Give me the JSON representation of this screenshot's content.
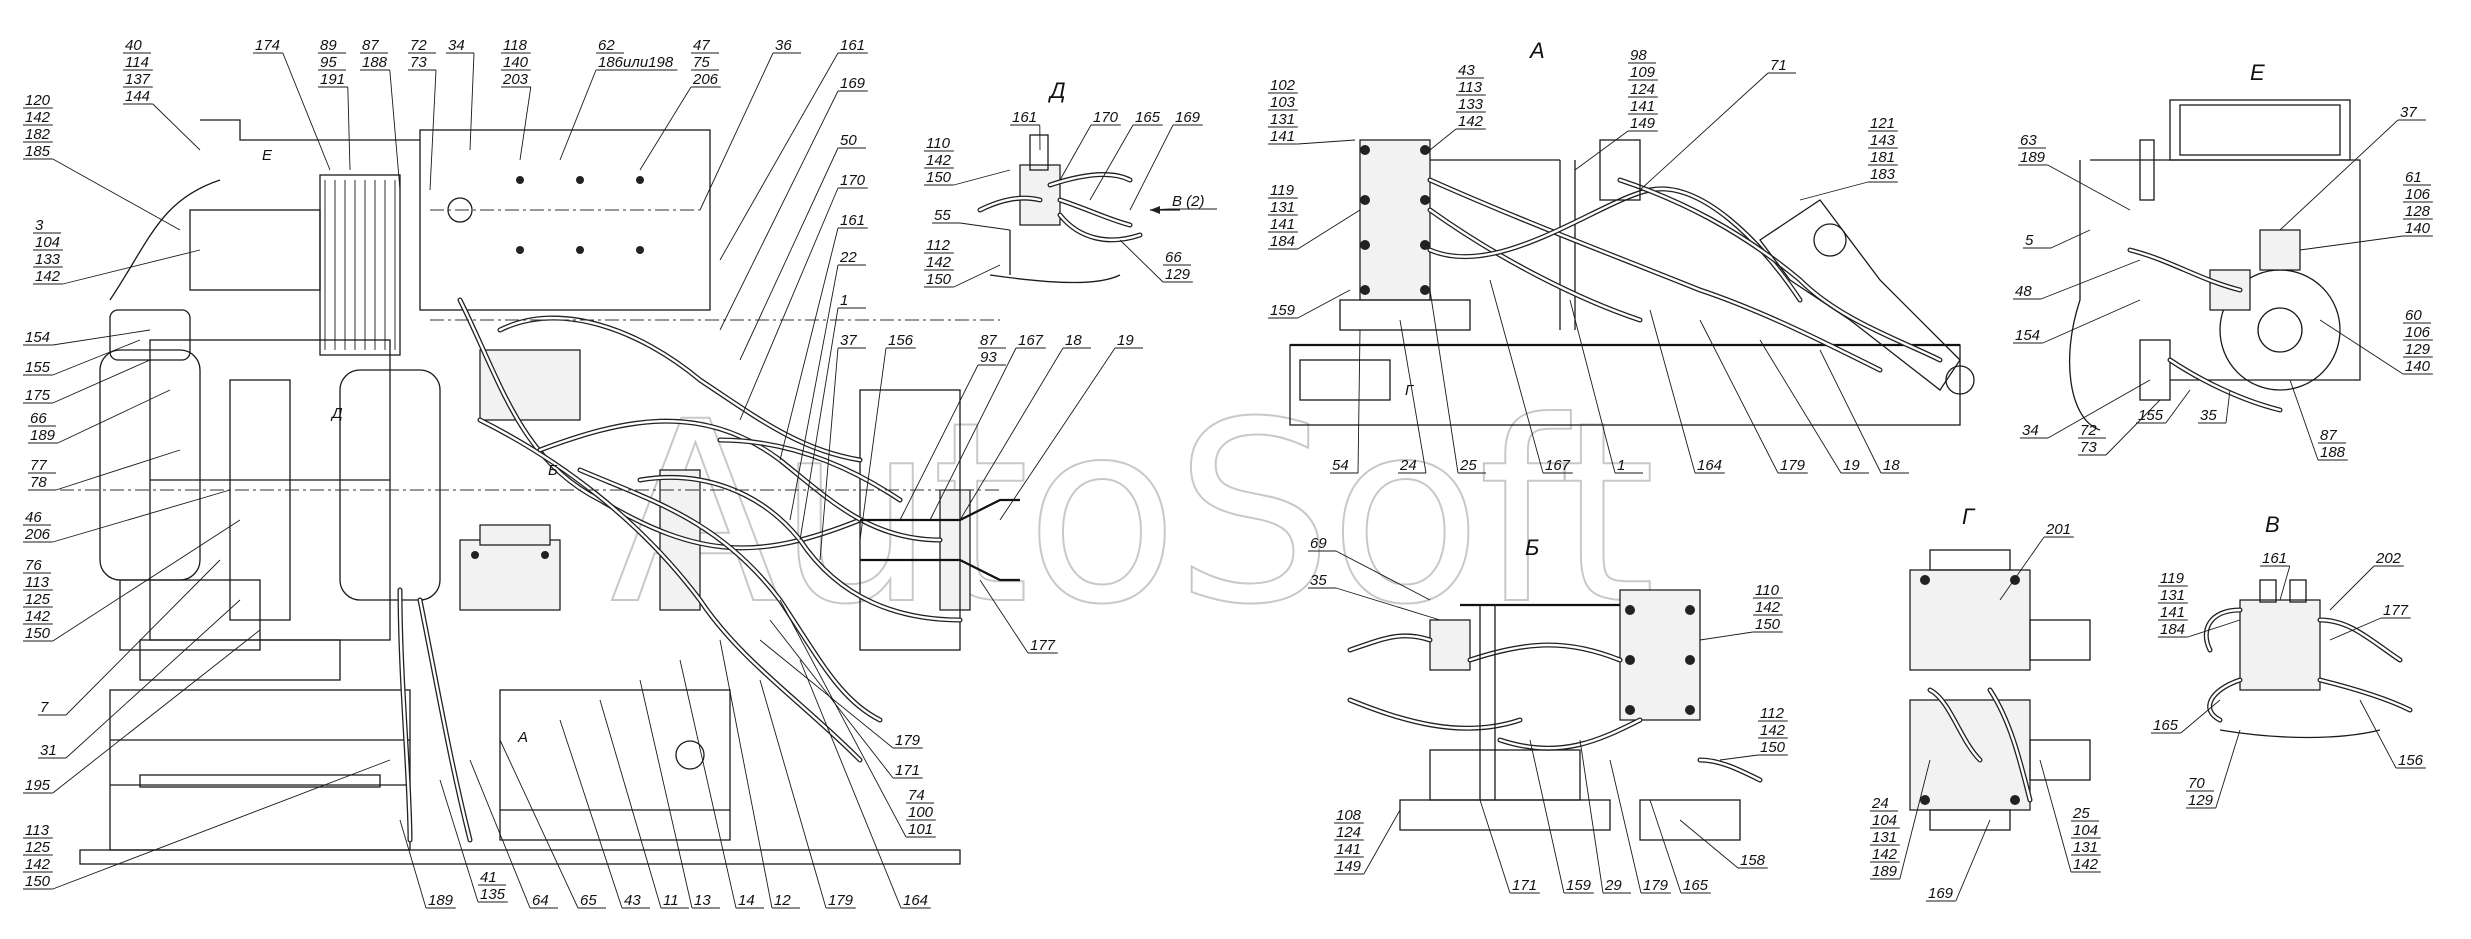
{
  "watermark": "AutoSoft",
  "view_titles": [
    "Д",
    "А",
    "Е",
    "Б",
    "Г",
    "В"
  ],
  "left_assembly_callouts": [
    {
      "lines": [
        "40",
        "114",
        "137",
        "144"
      ]
    },
    {
      "lines": [
        "174"
      ]
    },
    {
      "lines": [
        "89",
        "95",
        "191"
      ]
    },
    {
      "lines": [
        "87",
        "188"
      ]
    },
    {
      "lines": [
        "72",
        "73"
      ]
    },
    {
      "lines": [
        "34"
      ]
    },
    {
      "lines": [
        "118",
        "140",
        "203"
      ]
    },
    {
      "lines": [
        "62",
        "186или198"
      ]
    },
    {
      "lines": [
        "47",
        "75",
        "206"
      ]
    },
    {
      "lines": [
        "36"
      ]
    },
    {
      "lines": [
        "161"
      ]
    },
    {
      "lines": [
        "169"
      ]
    },
    {
      "lines": [
        "50"
      ]
    },
    {
      "lines": [
        "170"
      ]
    },
    {
      "lines": [
        "161"
      ]
    },
    {
      "lines": [
        "22"
      ]
    },
    {
      "lines": [
        "1"
      ]
    },
    {
      "lines": [
        "37"
      ]
    },
    {
      "lines": [
        "156"
      ]
    },
    {
      "lines": [
        "87",
        "93"
      ]
    },
    {
      "lines": [
        "167"
      ]
    },
    {
      "lines": [
        "18"
      ]
    },
    {
      "lines": [
        "19"
      ]
    },
    {
      "lines": [
        "120",
        "142",
        "182",
        "185"
      ]
    },
    {
      "lines": [
        "3",
        "104",
        "133",
        "142"
      ]
    },
    {
      "lines": [
        "154"
      ]
    },
    {
      "lines": [
        "155"
      ]
    },
    {
      "lines": [
        "175"
      ]
    },
    {
      "lines": [
        "66",
        "189"
      ]
    },
    {
      "lines": [
        "77",
        "78"
      ]
    },
    {
      "lines": [
        "46",
        "206"
      ]
    },
    {
      "lines": [
        "76",
        "113",
        "125",
        "142",
        "150"
      ]
    },
    {
      "lines": [
        "7"
      ]
    },
    {
      "lines": [
        "31"
      ]
    },
    {
      "lines": [
        "195"
      ]
    },
    {
      "lines": [
        "113",
        "125",
        "142",
        "150"
      ]
    },
    {
      "lines": [
        "189"
      ]
    },
    {
      "lines": [
        "41",
        "135"
      ]
    },
    {
      "lines": [
        "64"
      ]
    },
    {
      "lines": [
        "65"
      ]
    },
    {
      "lines": [
        "43"
      ]
    },
    {
      "lines": [
        "11"
      ]
    },
    {
      "lines": [
        "13"
      ]
    },
    {
      "lines": [
        "14"
      ]
    },
    {
      "lines": [
        "12"
      ]
    },
    {
      "lines": [
        "179"
      ]
    },
    {
      "lines": [
        "164"
      ]
    },
    {
      "lines": [
        "74",
        "100",
        "101"
      ]
    },
    {
      "lines": [
        "171"
      ]
    },
    {
      "lines": [
        "179"
      ]
    },
    {
      "lines": [
        "177"
      ]
    }
  ],
  "view_d_callouts": [
    {
      "lines": [
        "161"
      ]
    },
    {
      "lines": [
        "170"
      ]
    },
    {
      "lines": [
        "165"
      ]
    },
    {
      "lines": [
        "169"
      ]
    },
    {
      "lines": [
        "110",
        "142",
        "150"
      ]
    },
    {
      "lines": [
        "55"
      ]
    },
    {
      "lines": [
        "112",
        "142",
        "150"
      ]
    },
    {
      "lines": [
        "66",
        "129"
      ]
    },
    {
      "lines": [
        "В (2)"
      ]
    }
  ],
  "view_a_callouts": [
    {
      "lines": [
        "102",
        "103",
        "131",
        "141"
      ]
    },
    {
      "lines": [
        "43",
        "113",
        "133",
        "142"
      ]
    },
    {
      "lines": [
        "98",
        "109",
        "124",
        "141",
        "149"
      ]
    },
    {
      "lines": [
        "71"
      ]
    },
    {
      "lines": [
        "121",
        "143",
        "181",
        "183"
      ]
    },
    {
      "lines": [
        "119",
        "131",
        "141",
        "184"
      ]
    },
    {
      "lines": [
        "159"
      ]
    },
    {
      "lines": [
        "54"
      ]
    },
    {
      "lines": [
        "24"
      ]
    },
    {
      "lines": [
        "25"
      ]
    },
    {
      "lines": [
        "167"
      ]
    },
    {
      "lines": [
        "1"
      ]
    },
    {
      "lines": [
        "164"
      ]
    },
    {
      "lines": [
        "179"
      ]
    },
    {
      "lines": [
        "19"
      ]
    },
    {
      "lines": [
        "18"
      ]
    }
  ],
  "view_e_callouts": [
    {
      "lines": [
        "37"
      ]
    },
    {
      "lines": [
        "63",
        "189"
      ]
    },
    {
      "lines": [
        "61",
        "106",
        "128",
        "140"
      ]
    },
    {
      "lines": [
        "5"
      ]
    },
    {
      "lines": [
        "48"
      ]
    },
    {
      "lines": [
        "154"
      ]
    },
    {
      "lines": [
        "60",
        "106",
        "129",
        "140"
      ]
    },
    {
      "lines": [
        "34"
      ]
    },
    {
      "lines": [
        "72",
        "73"
      ]
    },
    {
      "lines": [
        "155"
      ]
    },
    {
      "lines": [
        "35"
      ]
    },
    {
      "lines": [
        "87",
        "188"
      ]
    }
  ],
  "view_b_callouts": [
    {
      "lines": [
        "69"
      ]
    },
    {
      "lines": [
        "35"
      ]
    },
    {
      "lines": [
        "110",
        "142",
        "150"
      ]
    },
    {
      "lines": [
        "112",
        "142",
        "150"
      ]
    },
    {
      "lines": [
        "108",
        "124",
        "141",
        "149"
      ]
    },
    {
      "lines": [
        "158"
      ]
    },
    {
      "lines": [
        "171"
      ]
    },
    {
      "lines": [
        "159"
      ]
    },
    {
      "lines": [
        "29"
      ]
    },
    {
      "lines": [
        "179"
      ]
    },
    {
      "lines": [
        "165"
      ]
    }
  ],
  "view_g_callouts": [
    {
      "lines": [
        "201"
      ]
    },
    {
      "lines": [
        "24",
        "104",
        "131",
        "142",
        "189"
      ]
    },
    {
      "lines": [
        "25",
        "104",
        "131",
        "142"
      ]
    },
    {
      "lines": [
        "169"
      ]
    }
  ],
  "view_v_callouts": [
    {
      "lines": [
        "161"
      ]
    },
    {
      "lines": [
        "202"
      ]
    },
    {
      "lines": [
        "119",
        "131",
        "141",
        "184"
      ]
    },
    {
      "lines": [
        "177"
      ]
    },
    {
      "lines": [
        "165"
      ]
    },
    {
      "lines": [
        "156"
      ]
    },
    {
      "lines": [
        "70",
        "129"
      ]
    }
  ],
  "inline_marks": [
    "Е",
    "Д",
    "Б",
    "А",
    "Г",
    "Б"
  ]
}
